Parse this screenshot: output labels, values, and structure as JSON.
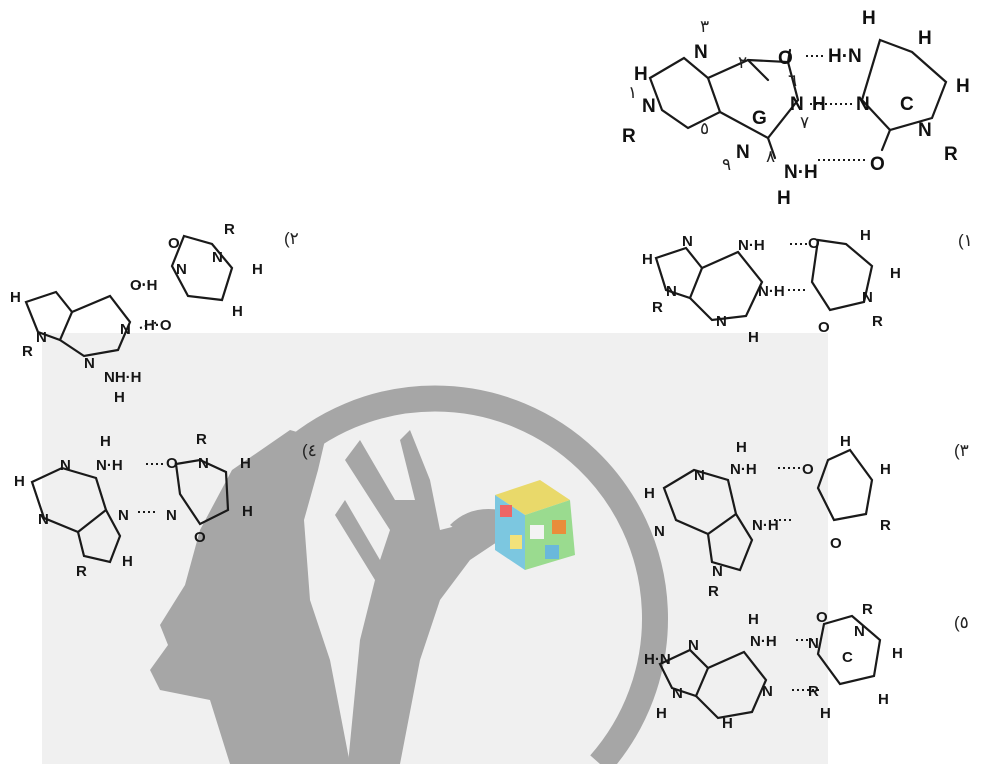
{
  "watermark": {
    "panel_color": "#f0f0f0",
    "silhouette_color": "#a6a6a6",
    "ring_color": "#a6a6a6"
  },
  "reference_pair": {
    "base_g": "G",
    "base_c": "C",
    "atoms": {
      "h": "H",
      "n": "N",
      "o": "O",
      "r": "R",
      "nh": "H·N",
      "hn": "N·H"
    },
    "hand_numbers": [
      "٣",
      "٢",
      "١",
      "٦",
      "٥",
      "٧",
      "٩",
      "٨"
    ]
  },
  "options": {
    "opt1": {
      "label": "(١",
      "atoms": [
        "H",
        "N",
        "R",
        "N",
        "N",
        "H",
        "N·H",
        "O",
        "N·H",
        "H",
        "H",
        "O",
        "N",
        "R"
      ]
    },
    "opt2": {
      "label": "(٢",
      "atoms": [
        "O",
        "R",
        "N",
        "H",
        "H",
        "N",
        "O·H",
        "N",
        "H·O",
        "H",
        "R",
        "N",
        "N",
        "NH·H",
        "H"
      ]
    },
    "opt3": {
      "label": "(٣",
      "atoms": [
        "H",
        "N·H",
        "O",
        "H",
        "H",
        "N",
        "N",
        "N·H",
        "N",
        "R",
        "O",
        "R",
        "H"
      ]
    },
    "opt4": {
      "label": "(٤",
      "atoms": [
        "H",
        "N·H",
        "O",
        "R",
        "N",
        "H",
        "H",
        "N",
        "N",
        "H",
        "N",
        "R",
        "H",
        "N",
        "O"
      ]
    },
    "opt5": {
      "label": "(٥",
      "atoms": [
        "O",
        "R",
        "N",
        "C",
        "H",
        "H",
        "N·H",
        "N",
        "H",
        "N",
        "N",
        "H·N",
        "R",
        "H",
        "H",
        "N",
        "H"
      ]
    }
  }
}
